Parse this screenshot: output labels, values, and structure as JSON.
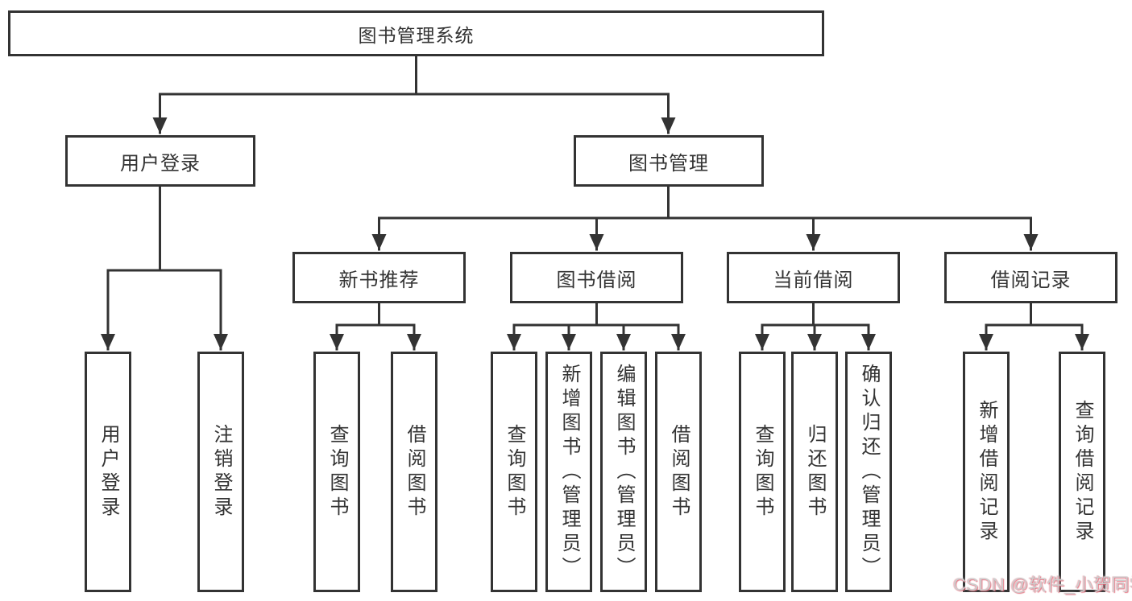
{
  "tree": {
    "root": "图书管理系统",
    "branches": [
      {
        "label": "用户登录",
        "children": [
          "用户登录",
          "注销登录"
        ]
      },
      {
        "label": "图书管理",
        "sections": [
          {
            "label": "新书推荐",
            "children": [
              "查询图书",
              "借阅图书"
            ]
          },
          {
            "label": "图书借阅",
            "children": [
              "查询图书",
              "新增图书（管理员）",
              "编辑图书（管理员）",
              "借阅图书"
            ]
          },
          {
            "label": "当前借阅",
            "children": [
              "查询图书",
              "归还图书",
              "确认归还（管理员）"
            ]
          },
          {
            "label": "借阅记录",
            "children": [
              "新增借阅记录",
              "查询借阅记录"
            ]
          }
        ]
      }
    ]
  },
  "watermark": {
    "text": "CSDN @软件_小贺同学"
  },
  "colors": {
    "line": "#333333",
    "text": "#333333",
    "box_bg": "#ffffff",
    "watermark_tint": "#e15f70"
  }
}
